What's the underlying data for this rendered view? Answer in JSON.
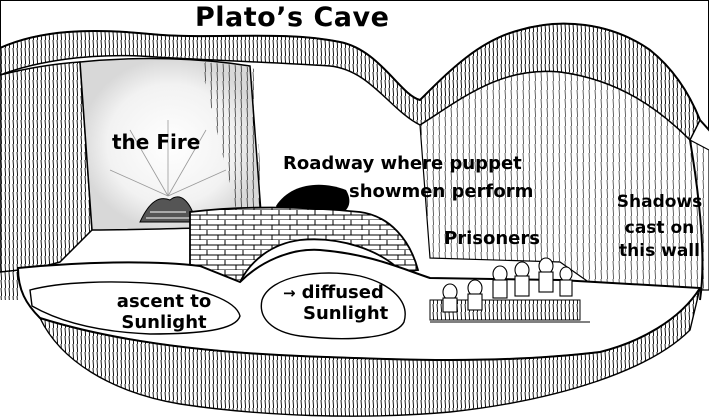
{
  "title": "Plato’s Cave",
  "labels": {
    "fire": "the  Fire",
    "roadway_line1": "Roadway where puppet",
    "roadway_line2": "showmen perform",
    "shadows": [
      "Shadows",
      "cast on",
      "this wall"
    ],
    "prisoners": "Prisoners",
    "ascent": [
      "ascent to",
      "Sunlight"
    ],
    "diffused_arrow": "→",
    "diffused": [
      "diffused",
      "Sunlight"
    ]
  },
  "colors": {
    "ink": "#000000",
    "paper": "#ffffff",
    "fire_glow": "#f2f2f2"
  }
}
